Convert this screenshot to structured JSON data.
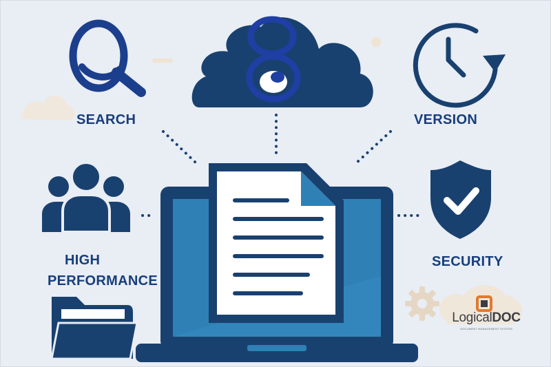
{
  "features": {
    "search": "SEARCH",
    "version": "VERSION",
    "high": "HIGH",
    "performance": "PERFORMANCE",
    "security": "SECURITY"
  },
  "brand": {
    "logo_word_light": "Logical",
    "logo_word_bold": "DOC",
    "logo_tagline": "DOCUMENT MANAGEMENT SYSTEM"
  },
  "colors": {
    "background": "#e9edf4",
    "navy": "#19416f",
    "screen_blue": "#2f80b5",
    "label_blue": "#173e7c",
    "logo_orange": "#e07a2e"
  },
  "icons": [
    "search-icon",
    "cloud-icon",
    "clock-history-icon",
    "users-group-icon",
    "shield-check-icon",
    "folder-icon",
    "document-icon",
    "laptop-icon",
    "gear-icon"
  ]
}
